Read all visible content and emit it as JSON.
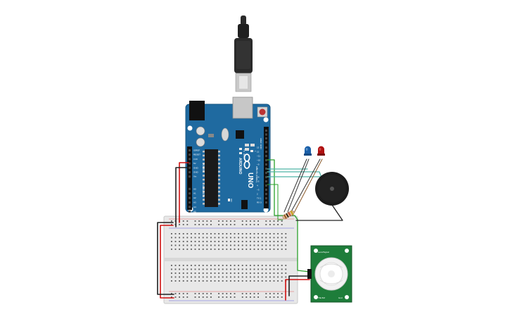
{
  "board": {
    "brand": "ARDUINO",
    "model": "UNO",
    "on_label": "ON",
    "tx_label": "TX",
    "rx_label": "RX",
    "l_label": "L",
    "aref_label": "AREF",
    "gnd_label": "GND",
    "digital_label": "DIGITAL (PWM~)",
    "power_label": "POWER",
    "analog_label": "ANALOG IN",
    "power_pins": [
      "IOREF",
      "RESET",
      "3.3V",
      "5V",
      "GND",
      "GND",
      "Vin"
    ],
    "analog_pins": [
      "A0",
      "A1",
      "A2",
      "A3",
      "A4",
      "A5"
    ],
    "digital_pins": [
      "13",
      "12",
      "~11",
      "~10",
      "~9",
      "8",
      "7",
      "~6",
      "~5",
      "4",
      "~3",
      "2",
      "TX 1",
      "RX 0"
    ]
  },
  "sensor": {
    "label_top_left": "Lens/Signal",
    "label_bottom_left": "TIE-5M",
    "label_bottom_right": "Gnd"
  },
  "colors": {
    "board": "#1f6aa0",
    "wire_red": "#d01010",
    "wire_black": "#202020",
    "wire_green": "#2aa02a",
    "wire_brown": "#8a5a2b",
    "wire_teal": "#4fb3a6",
    "led_blue": "#1a5fa8",
    "led_red": "#b01010",
    "sensor_pcb": "#1e7d3a"
  }
}
